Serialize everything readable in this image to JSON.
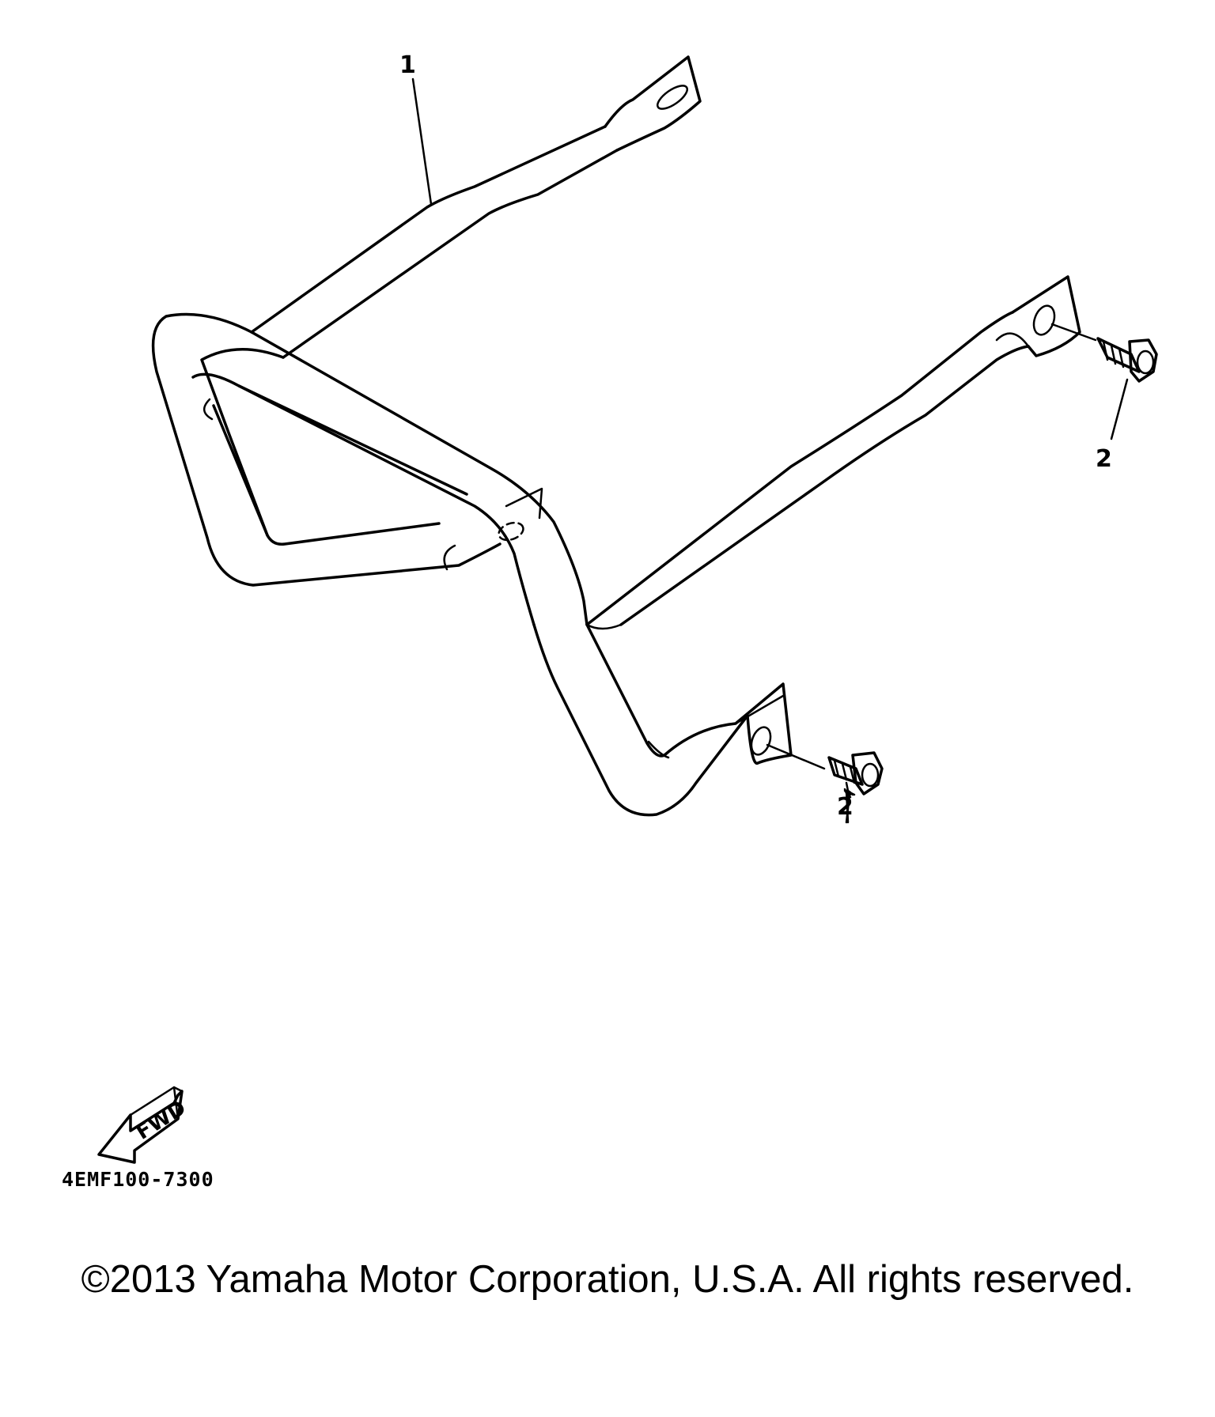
{
  "diagram": {
    "callouts": {
      "part1": "1",
      "part2a": "2",
      "part2b": "2"
    },
    "direction_label": "FWD",
    "part_code": "4EMF100-7300",
    "copyright": "©2013 Yamaha Motor Corporation, U.S.A. All rights reserved."
  }
}
